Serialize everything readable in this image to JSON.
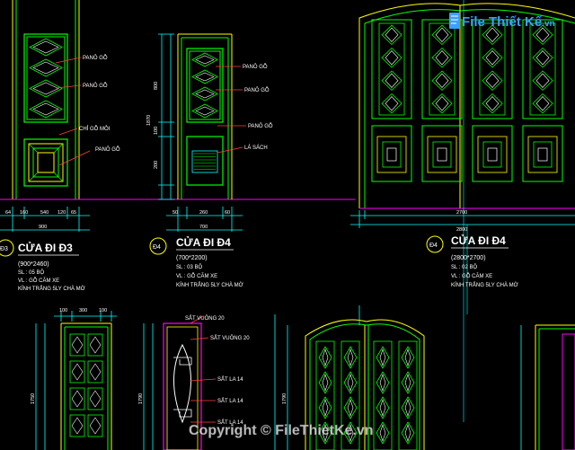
{
  "watermark_top": "File Thiết Kế",
  "watermark_top_suffix": ".vn",
  "watermark_bottom": "Copyright © FileThietKe.vn",
  "colors": {
    "background": "#000000",
    "door_frame": "#ffff00",
    "door_panel": "#00ff00",
    "dimension": "#00ffff",
    "text": "#ffffff",
    "accent_magenta": "#ff00ff",
    "leader": "#ff4040"
  },
  "doors": {
    "d3": {
      "marker": "Đ3",
      "title": "CỬA ĐI Đ3",
      "size": "(900*2460)",
      "qty": "SL : 05 BỘ",
      "material": "VL : GỖ CĂM XE",
      "glass": "KÍNH TRẮNG 5LY CHÀ MỜ",
      "labels": [
        "PANÔ GỖ",
        "PANÔ GỖ",
        "CHỈ GỖ MỎI",
        "PANÔ GỖ"
      ],
      "dims_bottom": [
        "64",
        "160",
        "540",
        "120",
        "65"
      ],
      "dim_total": "900"
    },
    "d4a": {
      "marker": "Đ4",
      "title": "CỬA ĐI Đ4",
      "size": "(700*2200)",
      "qty": "SL : 03 BỘ",
      "material": "VL : GỖ CĂM XE",
      "glass": "KÍNH TRẮNG 5LY CHÀ MỜ",
      "labels": [
        "PANÔ GỖ",
        "PANÔ GỖ",
        "PANÔ GỖ",
        "LÁ SÁCH"
      ],
      "dims_bottom": [
        "50",
        "260",
        "60"
      ],
      "dim_total": "700",
      "dims_side": [
        "800",
        "1870",
        "100",
        "200"
      ]
    },
    "d4b": {
      "marker": "Đ4",
      "title": "CỬA ĐI Đ4",
      "size": "(2800*2700)",
      "qty": "SL : 02 BỘ",
      "material": "VL : GỖ CĂM XE",
      "glass": "KÍNH TRẮNG 5LY CHÀ MỜ",
      "dims_bottom": [
        "2700"
      ],
      "dim_total": "2800"
    },
    "lower": {
      "labels_mid": [
        "SẮT VUÔNG 20",
        "SẮT VUÔNG 20",
        "SẮT LA 14",
        "SẮT LA 14",
        "SẮT LA 14"
      ],
      "dims_top": [
        "100",
        "300",
        "100"
      ],
      "dims_side": [
        "1750",
        "1790",
        "1790"
      ]
    }
  }
}
